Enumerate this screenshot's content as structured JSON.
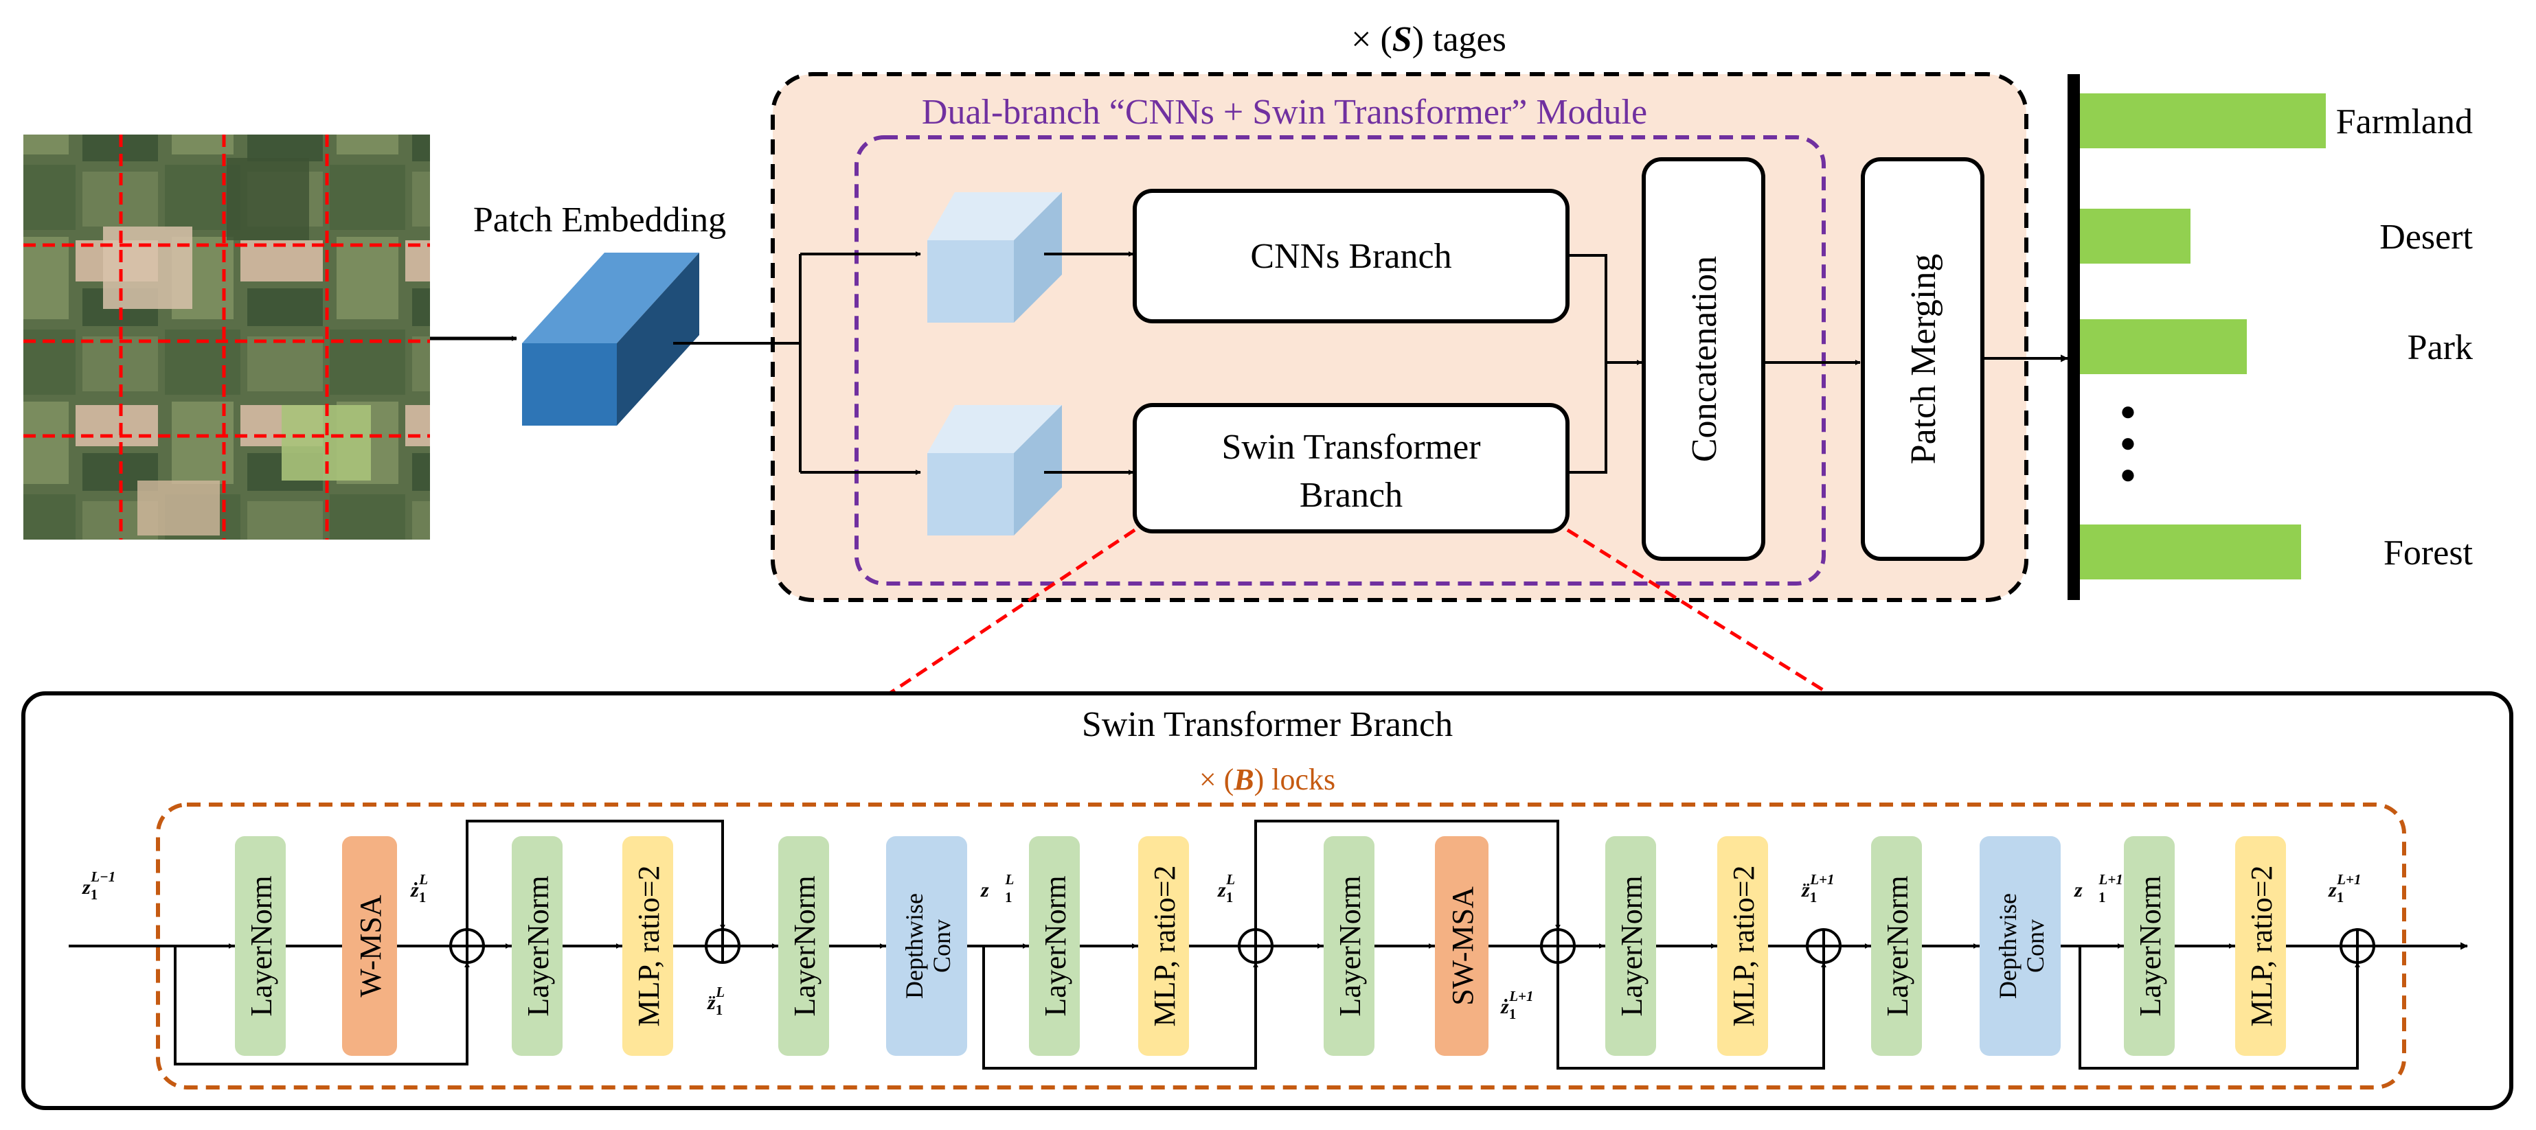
{
  "colors": {
    "stage_fill": "#fbe5d6",
    "stage_border": "#000000",
    "module_border": "#7030a0",
    "blocks_border": "#c55a11",
    "red_dash": "#ff0000",
    "cube_front": "#bdd7ee",
    "embed_front": "#2e75b6",
    "layernorm": "#c5e0b4",
    "msa": "#f4b183",
    "mlp": "#ffe699",
    "dwconv": "#bdd7ee",
    "bars": "#92d050"
  },
  "top": {
    "stages_label": "× (S) tages",
    "stages_prefix": "× (",
    "stages_var": "S",
    "stages_suffix": ") tages",
    "module_title": "Dual-branch “CNNs + Swin Transformer” Module",
    "patch_embedding": "Patch Embedding",
    "cnn_branch": "CNNs Branch",
    "swin_branch_line1": "Swin Transformer",
    "swin_branch_line2": "Branch",
    "concatenation": "Concatenation",
    "patch_merging": "Patch Merging"
  },
  "classes": {
    "items": [
      {
        "label": "Farmland",
        "score": 1.0
      },
      {
        "label": "Desert",
        "score": 0.45
      },
      {
        "label": "Park",
        "score": 0.68
      },
      {
        "label": "Forest",
        "score": 0.9
      }
    ],
    "ellipsis": "⋮"
  },
  "detail": {
    "title": "Swin Transformer Branch",
    "blocks_label": "× (B) locks",
    "blocks_prefix": "× (",
    "blocks_var": "B",
    "blocks_suffix": ") locks",
    "layer_norm": "LayerNorm",
    "w_msa": "W-MSA",
    "sw_msa": "SW-MSA",
    "mlp": "MLP, ratio=2",
    "dw_line1": "Depthwise",
    "dw_line2": "Conv",
    "vars": {
      "z_base": "z",
      "sub": "1",
      "sup_prev": "L−1",
      "sup_cur": "L",
      "sup_next": "L+1"
    }
  }
}
